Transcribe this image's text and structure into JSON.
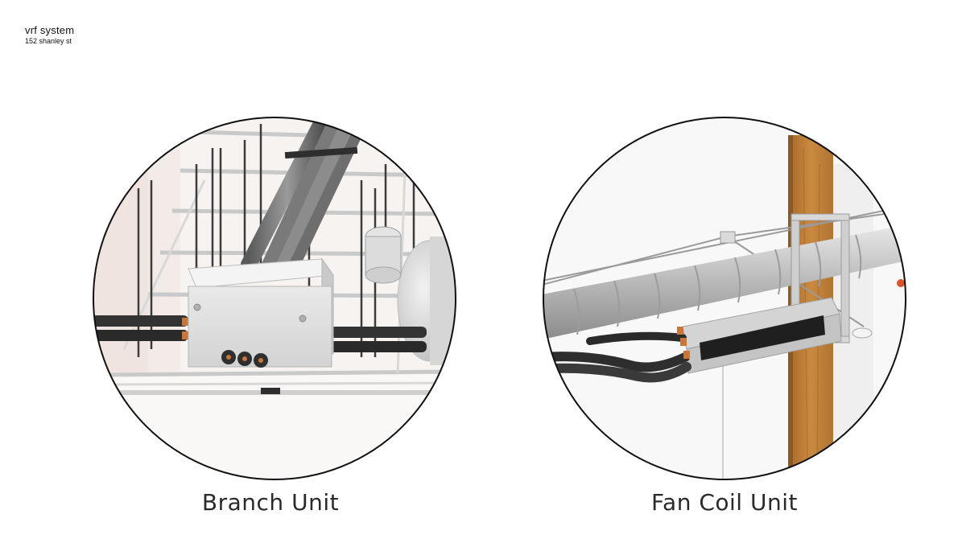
{
  "header": {
    "title": "vrf system",
    "subtitle": "152 shanley st"
  },
  "panels": [
    {
      "label": "Branch Unit"
    },
    {
      "label": "Fan Coil Unit"
    }
  ]
}
